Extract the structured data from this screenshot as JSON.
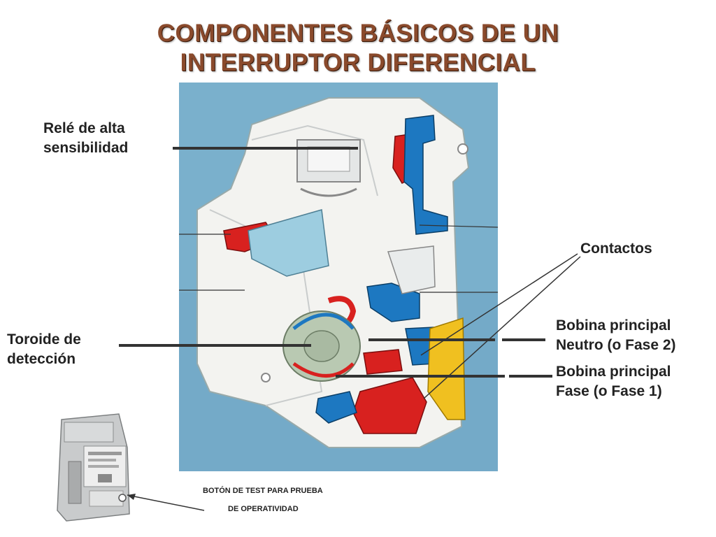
{
  "title": {
    "line1": "COMPONENTES BÁSICOS DE UN",
    "line2": "INTERRUPTOR DIFERENCIAL"
  },
  "labels": {
    "rele_line1": "Relé de alta",
    "rele_line2": "sensibilidad",
    "toroide_line1": "Toroide de",
    "toroide_line2": "detección",
    "contactos": "Contactos",
    "bobina_neutro_line1": "Bobina principal",
    "bobina_neutro_line2": "Neutro (o Fase 2)",
    "bobina_fase_line1": "Bobina principal",
    "bobina_fase_line2": "Fase (o Fase 1)",
    "boton_line1": "BOTÓN DE TEST PARA PRUEBA",
    "boton_line2": "DE OPERATIVIDAD"
  },
  "colors": {
    "title": "#8a4a2c",
    "background_panel": "#6fa8c9",
    "housing": "#f2f2ef",
    "red_parts": "#d8211f",
    "blue_parts": "#1d78c1",
    "yellow_part": "#f0c020",
    "toroid": "#b9c9b2"
  }
}
